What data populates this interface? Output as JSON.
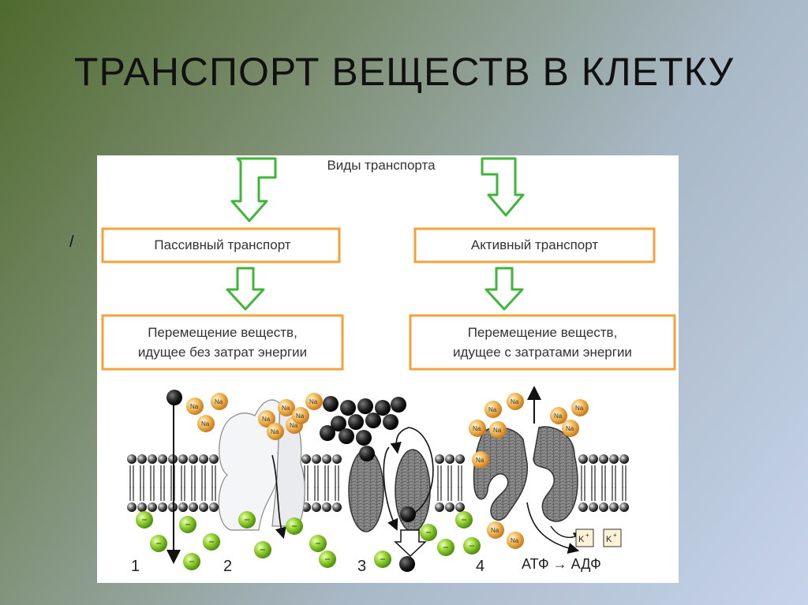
{
  "slide": {
    "title": "ТРАНСПОРТ ВЕЩЕСТВ В КЛЕТКУ",
    "side_mark": "/"
  },
  "diagram": {
    "header": "Виды транспорта",
    "left": {
      "type_label": "Пассивный транспорт",
      "description_line1": "Перемещение веществ,",
      "description_line2": "идущее без затрат энергии"
    },
    "right": {
      "type_label": "Активный транспорт",
      "description_line1": "Перемещение веществ,",
      "description_line2": "идущее с затратами энергии"
    },
    "mechanism_numbers": [
      "1",
      "2",
      "3",
      "4"
    ],
    "ion_labels": {
      "sodium": "Na",
      "potassium": "K"
    },
    "energy_formula": "АТФ → АДФ",
    "colors": {
      "box_border": "#f4a23a",
      "arrow_green": "#3fb53a",
      "sodium_ion": "#f0b552",
      "green_ion": "#8fcc2c",
      "dark_molecule": "#1e1e1e",
      "protein_gray": "#8a8a8a"
    }
  }
}
